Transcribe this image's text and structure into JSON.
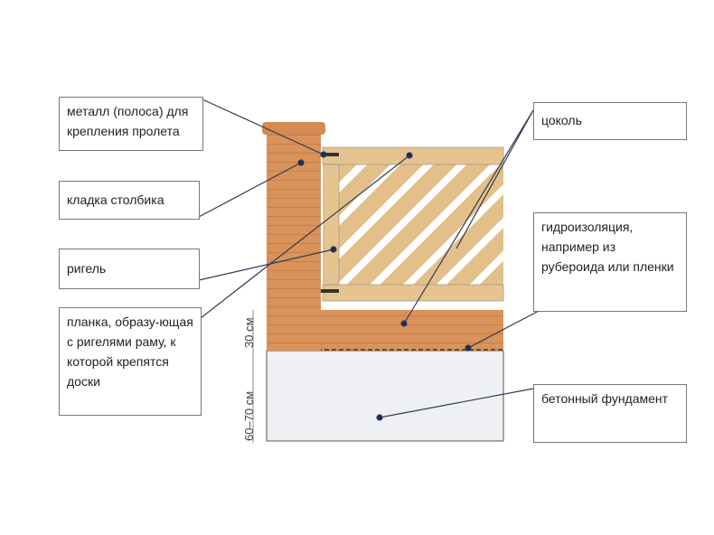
{
  "labels": {
    "metal": "металл (полоса) для крепления пролета",
    "masonry": "кладка столбика",
    "rail": "ригель",
    "plank": "планка, образу-ющая с ригелями раму, к которой крепятся доски",
    "plinth": "цоколь",
    "waterproofing": "гидроизоляция, например из рубероида или пленки",
    "foundation": "бетонный фундамент"
  },
  "dimensions": {
    "plinth_height": "30 см",
    "foundation_depth": "60–70 см"
  },
  "colors": {
    "brick": "#d9925a",
    "wood": "#e6c48f",
    "concrete": "#eef0f4",
    "line": "#333a55"
  }
}
